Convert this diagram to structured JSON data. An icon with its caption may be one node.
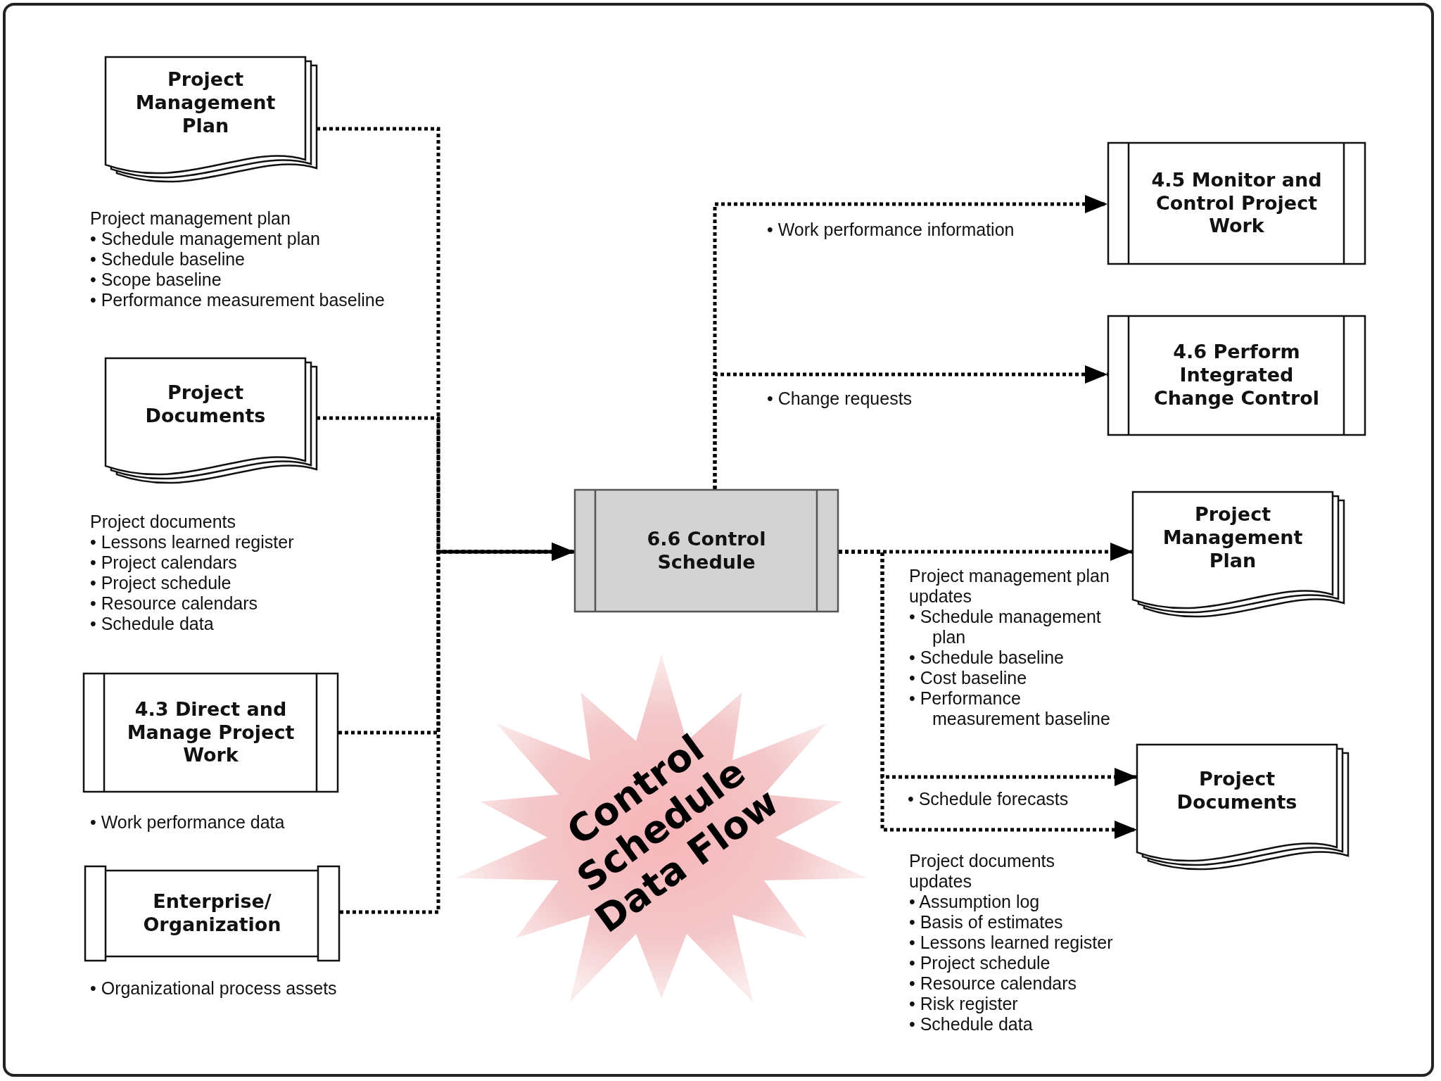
{
  "diagram": {
    "nodes": [
      {
        "text": [
          "Project Management Plan"
        ],
        "beside": [
          "Project management plan",
          "• Schedule management plan",
          "• Schedule baseline",
          "• Scope baseline",
          "• Performance measurement baseline"
        ]
      },
      {
        "text": [
          "Project Documents"
        ],
        "beside": [
          "Project documents",
          "• Lessons learned register",
          "• Project calendars",
          "• Project schedule",
          "• Resource calendars",
          "• Schedule data"
        ]
      },
      {
        "text": [
          "4.3 Direct and Manage Project Work"
        ],
        "beside": [
          "• Work performance data"
        ]
      },
      {
        "text": [
          "Enterprise/ Organization"
        ],
        "beside": [
          "• Organizational process assets"
        ]
      },
      {
        "text": [
          "6.6 Control Schedule"
        ]
      },
      {
        "text": [
          "4.5 Monitor and Control Project Work"
        ]
      },
      {
        "text": [
          "4.6 Perform Integrated Change Control"
        ]
      },
      {
        "text": [
          "Project Management Plan"
        ],
        "beside": [
          "Project management plan updates",
          "• Schedule management plan",
          "• Schedule baseline",
          "• Cost baseline",
          "• Performance measurement baseline"
        ]
      },
      {
        "text": [
          "Project Documents"
        ],
        "beside": [
          "Project documents updates",
          "• Assumption log",
          "• Basis of estimates",
          "• Lessons learned register",
          "• Project schedule",
          "• Resource calendars",
          "• Risk register",
          "• Schedule data"
        ]
      },
      {
        "text": [
          "Control Schedule Data Flow"
        ]
      }
    ],
    "edges": [
      {
        "from": 0,
        "to": 4,
        "arrow": "to"
      },
      {
        "from": 1,
        "to": 4,
        "arrow": "to"
      },
      {
        "from": 2,
        "to": 4,
        "arrow": "to"
      },
      {
        "from": 3,
        "to": 4,
        "arrow": "to"
      },
      {
        "from": 4,
        "to": 5,
        "arrow": "to",
        "label": "• Work performance information"
      },
      {
        "from": 4,
        "to": 6,
        "arrow": "to",
        "label": "• Change requests"
      },
      {
        "from": 4,
        "to": 7,
        "arrow": "to"
      },
      {
        "from": 4,
        "to": 8,
        "arrow": "to",
        "label": "• Schedule forecasts"
      },
      {
        "from": 4,
        "to": 8,
        "arrow": "to"
      }
    ]
  }
}
